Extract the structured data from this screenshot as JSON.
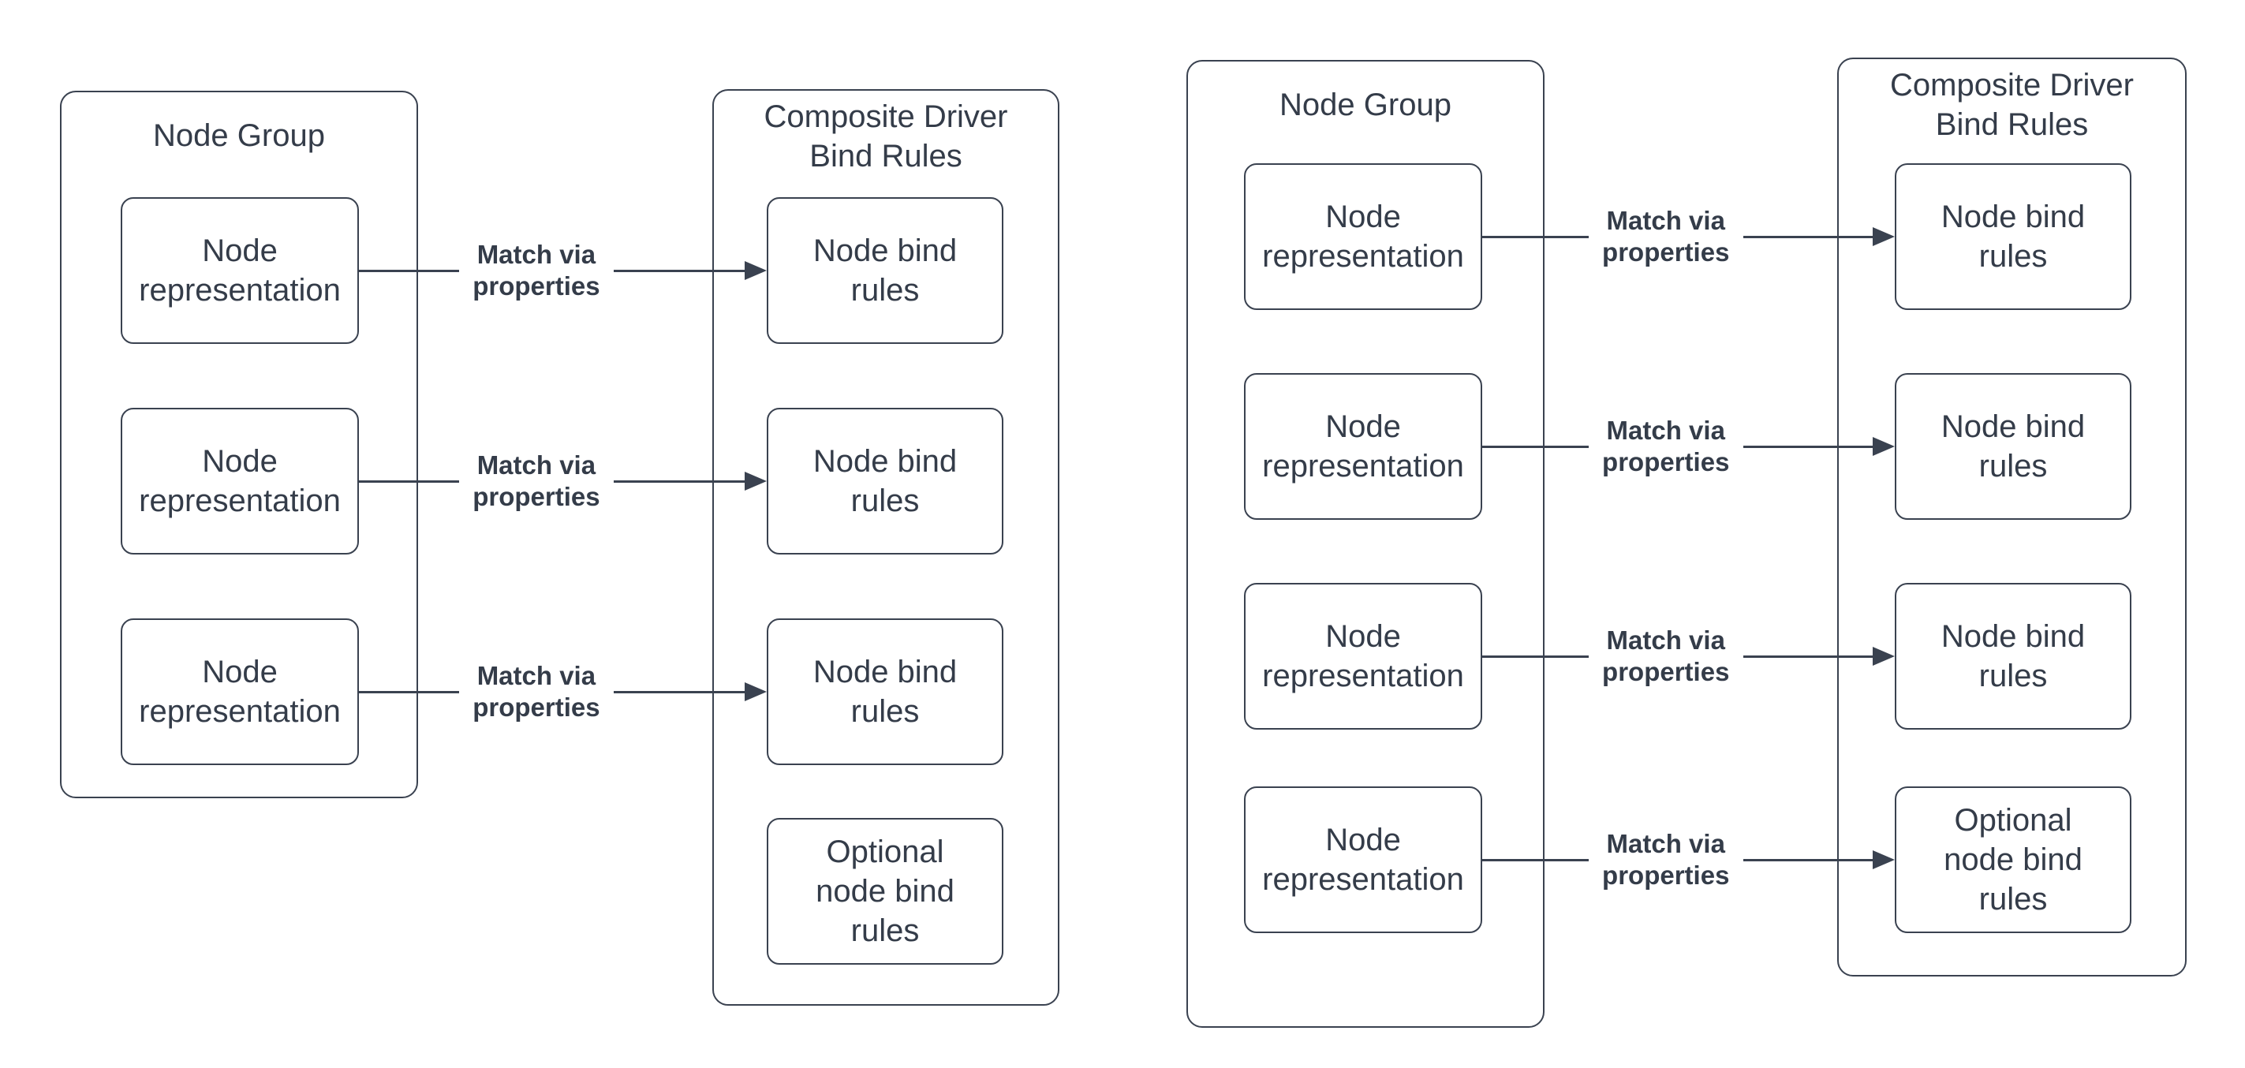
{
  "colors": {
    "stroke": "#3a4250",
    "text": "#343c49",
    "background": "#ffffff"
  },
  "left_diagram": {
    "group": {
      "title": "Node Group",
      "nodes": [
        "Node representation",
        "Node representation",
        "Node representation"
      ]
    },
    "composite": {
      "title": "Composite Driver Bind Rules",
      "rules": [
        "Node bind rules",
        "Node bind rules",
        "Node bind rules",
        "Optional node bind rules"
      ]
    },
    "arrows": [
      {
        "label": "Match via properties"
      },
      {
        "label": "Match via properties"
      },
      {
        "label": "Match via properties"
      }
    ]
  },
  "right_diagram": {
    "group": {
      "title": "Node Group",
      "nodes": [
        "Node representation",
        "Node representation",
        "Node representation",
        "Node representation"
      ]
    },
    "composite": {
      "title": "Composite Driver Bind Rules",
      "rules": [
        "Node bind rules",
        "Node bind rules",
        "Node bind rules",
        "Optional node bind rules"
      ]
    },
    "arrows": [
      {
        "label": "Match via properties"
      },
      {
        "label": "Match via properties"
      },
      {
        "label": "Match via properties"
      },
      {
        "label": "Match via properties"
      }
    ]
  }
}
